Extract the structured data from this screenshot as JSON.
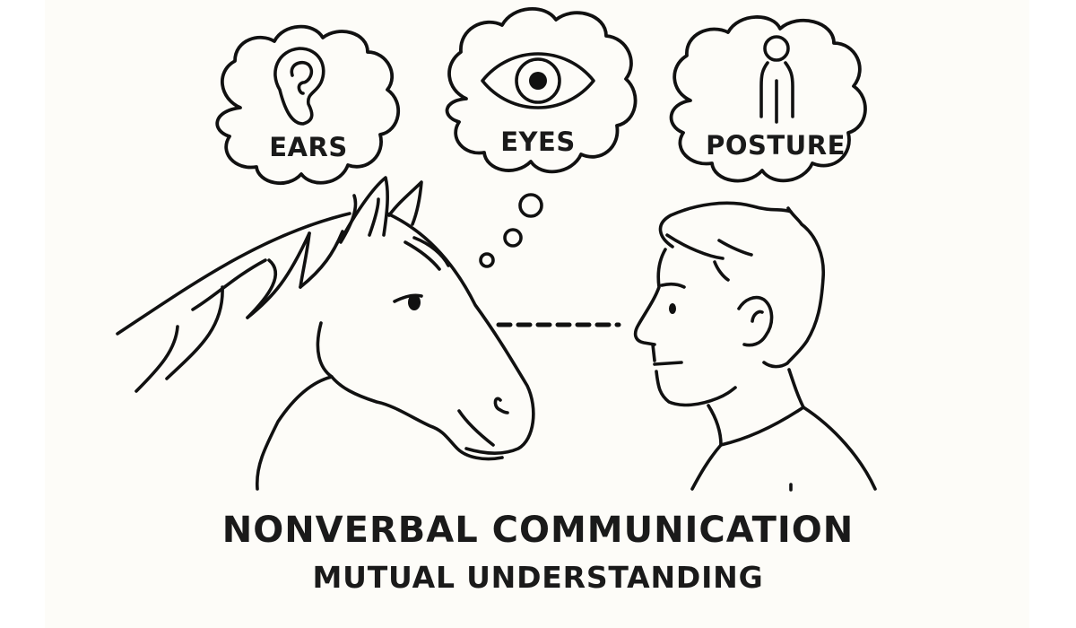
{
  "colors": {
    "background_outer": "#ffffff",
    "background_panel": "#fdfcf8",
    "ink": "#111111"
  },
  "thought_bubbles": [
    {
      "label": "EARS",
      "icon": "ear-icon"
    },
    {
      "label": "EYES",
      "icon": "eye-icon"
    },
    {
      "label": "POSTURE",
      "icon": "person-standing-icon"
    }
  ],
  "figures": {
    "left": "horse-head",
    "right": "person-profile",
    "connector": "dashed-line"
  },
  "caption": {
    "title": "NONVERBAL COMMUNICATION",
    "subtitle": "MUTUAL UNDERSTANDING"
  }
}
